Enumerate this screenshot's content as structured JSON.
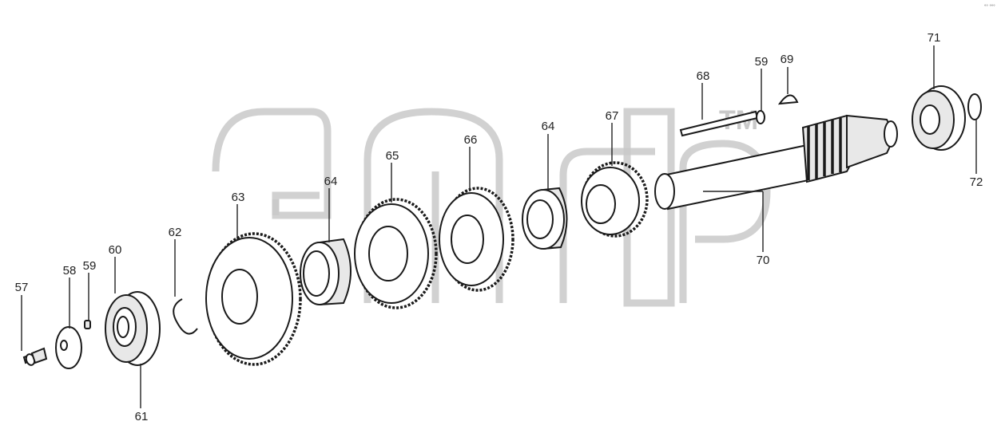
{
  "callouts": [
    {
      "id": "57",
      "text": "57"
    },
    {
      "id": "58",
      "text": "58"
    },
    {
      "id": "59a",
      "text": "59"
    },
    {
      "id": "60",
      "text": "60"
    },
    {
      "id": "61",
      "text": "61"
    },
    {
      "id": "62",
      "text": "62"
    },
    {
      "id": "63",
      "text": "63"
    },
    {
      "id": "64a",
      "text": "64"
    },
    {
      "id": "65",
      "text": "65"
    },
    {
      "id": "66",
      "text": "66"
    },
    {
      "id": "64b",
      "text": "64"
    },
    {
      "id": "67",
      "text": "67"
    },
    {
      "id": "68",
      "text": "68"
    },
    {
      "id": "59b",
      "text": "59"
    },
    {
      "id": "69",
      "text": "69"
    },
    {
      "id": "70",
      "text": "70"
    },
    {
      "id": "71",
      "text": "71"
    },
    {
      "id": "72",
      "text": "72"
    }
  ],
  "watermark": {
    "trademark": "TM"
  },
  "corner_mark": "°° °°°"
}
